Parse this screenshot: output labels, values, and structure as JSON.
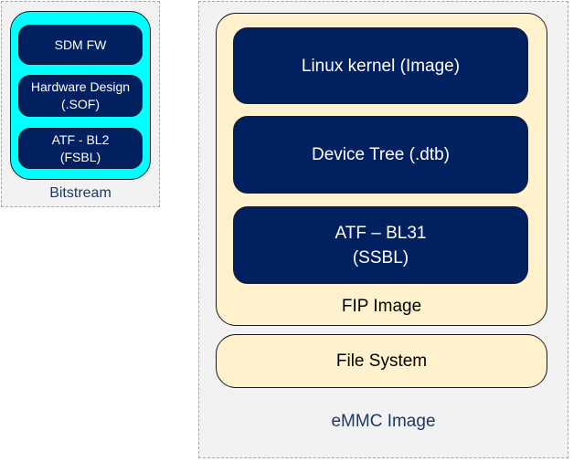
{
  "bitstream": {
    "label": "Bitstream",
    "items": [
      {
        "line1": "SDM FW",
        "line2": ""
      },
      {
        "line1": "Hardware Design",
        "line2": "(.SOF)"
      },
      {
        "line1": "ATF - BL2",
        "line2": "(FSBL)"
      }
    ]
  },
  "emmc": {
    "label": "eMMC Image",
    "fip": {
      "label": "FIP Image",
      "items": [
        {
          "line1": "Linux kernel (Image)",
          "line2": ""
        },
        {
          "line1": "Device Tree (.dtb)",
          "line2": ""
        },
        {
          "line1": "ATF – BL31",
          "line2": "(SSBL)"
        }
      ]
    },
    "file_system": {
      "label": "File System"
    }
  },
  "colors": {
    "navy": "#002060",
    "cyan": "#00ffff",
    "cream": "#fff2cc",
    "container": "#f2f2f2",
    "label_text": "#1f3864"
  }
}
